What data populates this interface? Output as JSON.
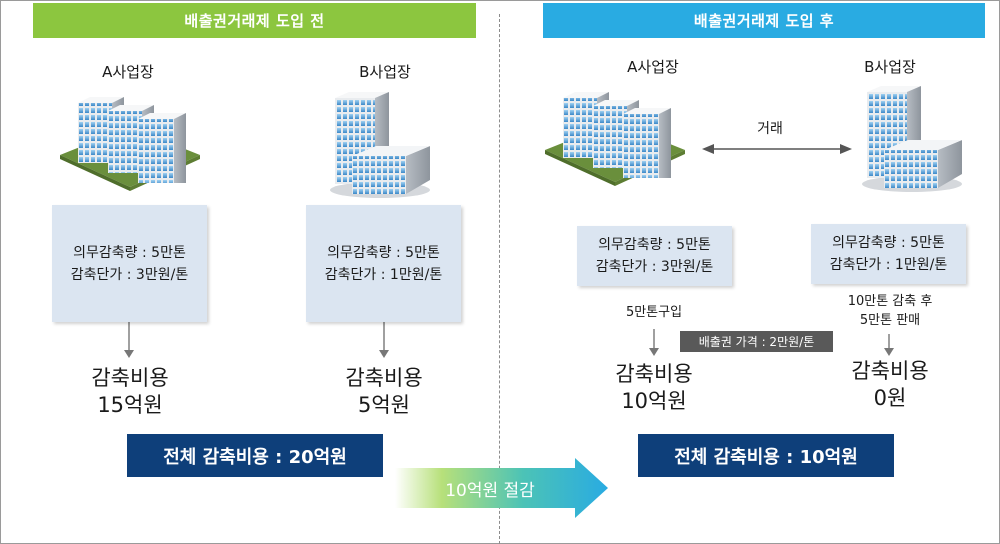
{
  "before": {
    "header": "배출권거래제 도입 전",
    "site_a": {
      "label": "A사업장",
      "obligation": "의무감축량 : 5만톤",
      "unit_cost": "감축단가 : 3만원/톤",
      "cost_title": "감축비용",
      "cost_value": "15억원"
    },
    "site_b": {
      "label": "B사업장",
      "obligation": "의무감축량 : 5만톤",
      "unit_cost": "감축단가 : 1만원/톤",
      "cost_title": "감축비용",
      "cost_value": "5억원"
    },
    "total": "전체 감축비용 : 20억원"
  },
  "after": {
    "header": "배출권거래제 도입 후",
    "site_a": {
      "label": "A사업장",
      "obligation": "의무감축량 : 5만톤",
      "unit_cost": "감축단가 : 3만원/톤",
      "note": "5만톤구입",
      "cost_title": "감축비용",
      "cost_value": "10억원"
    },
    "site_b": {
      "label": "B사업장",
      "obligation": "의무감축량 : 5만톤",
      "unit_cost": "감축단가 : 1만원/톤",
      "note_line1": "10만톤 감축 후",
      "note_line2": "5만톤 판매",
      "cost_title": "감축비용",
      "cost_value": "0원"
    },
    "trade_label": "거래",
    "price_label": "배출권 가격 : 2만원/톤",
    "total": "전체 감축비용 : 10억원"
  },
  "saving": "10억원 절감",
  "colors": {
    "header_before": "#8cc63f",
    "header_after": "#29abe2",
    "info_box": "#dbe5f1",
    "total_box": "#0e3f7a",
    "price_tag": "#595959",
    "saving_arrow_start": "#a8dc5a",
    "saving_arrow_end": "#29abe2"
  },
  "icons": {
    "site_a": "office-complex-icon",
    "site_b": "office-tower-icon"
  }
}
